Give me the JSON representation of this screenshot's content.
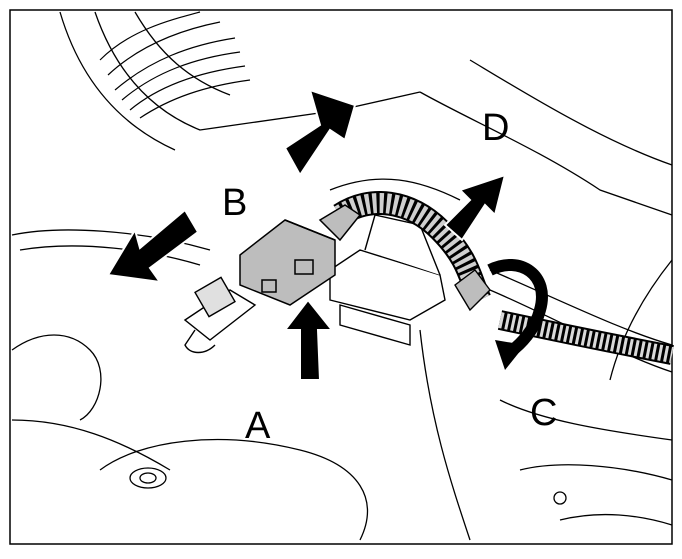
{
  "figure": {
    "labels": {
      "a": "A",
      "b": "B",
      "c": "C",
      "d": "D"
    },
    "colors": {
      "line": "#000000",
      "connector_fill": "#bdbdbd",
      "arrow_fill": "#000000",
      "background": "#ffffff"
    },
    "parts": [
      "oxygen-sensor",
      "electrical-connector",
      "wiring-harness",
      "mounting-bracket",
      "exhaust-pipe"
    ],
    "arrows": [
      "pull-left-arrow",
      "up-arrow",
      "press-up-arrow",
      "right-arrow",
      "rotate-arrow"
    ]
  }
}
